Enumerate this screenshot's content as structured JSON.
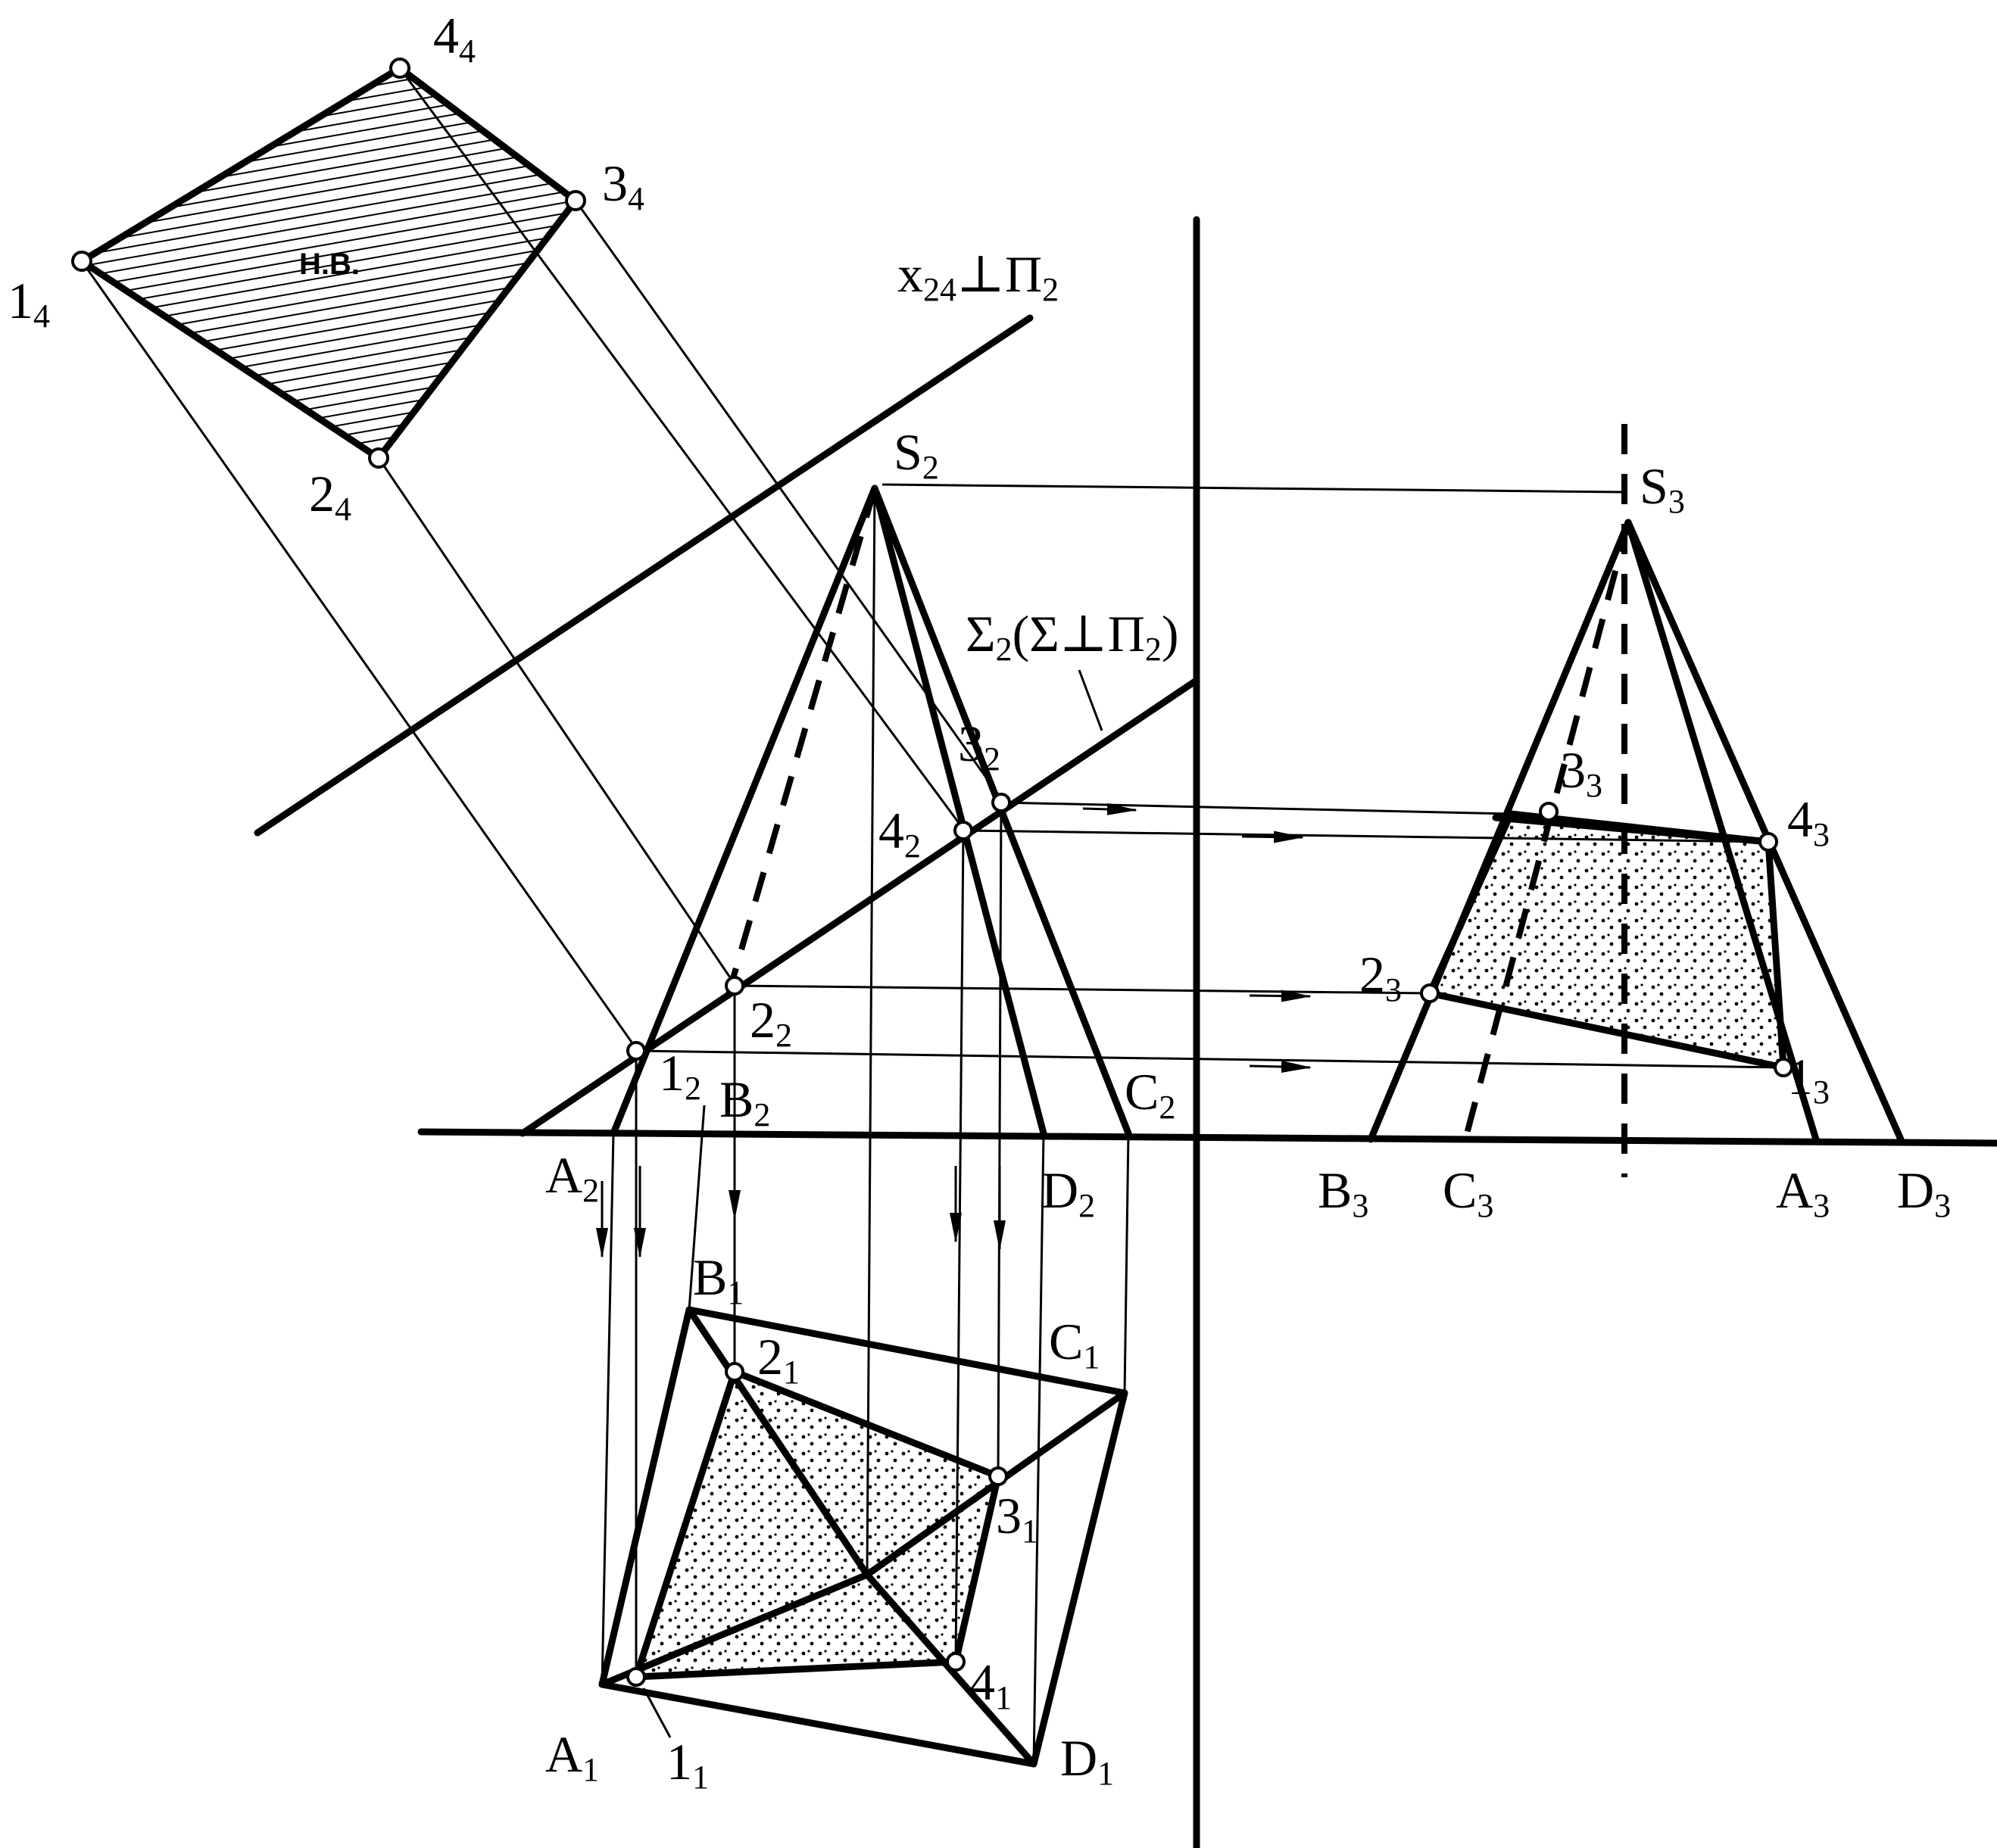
{
  "labels": {
    "p1_4": "1",
    "p1_4_sub": "4",
    "p2_4": "2",
    "p2_4_sub": "4",
    "p3_4": "3",
    "p3_4_sub": "4",
    "p4_4": "4",
    "p4_4_sub": "4",
    "nv": "Н.В.",
    "axis_x24": "x",
    "axis_x24_sub": "24",
    "axis_x24_rest": "⊥Π",
    "axis_x24_rest_sub": "2",
    "sigma": "Σ",
    "sigma_sub": "2",
    "sigma_rest": "(Σ⊥Π",
    "sigma_rest_sub": "2",
    "sigma_close": ")",
    "S2": "S",
    "S2_sub": "2",
    "S3": "S",
    "S3_sub": "3",
    "p3_2": "3",
    "p3_2_sub": "2",
    "p4_2": "4",
    "p4_2_sub": "2",
    "p2_2": "2",
    "p2_2_sub": "2",
    "p1_2": "1",
    "p1_2_sub": "2",
    "A2": "A",
    "A2_sub": "2",
    "B2": "B",
    "B2_sub": "2",
    "C2": "C",
    "C2_sub": "2",
    "D2": "D",
    "D2_sub": "2",
    "p3_3": "3",
    "p3_3_sub": "3",
    "p4_3": "4",
    "p4_3_sub": "3",
    "p2_3": "2",
    "p2_3_sub": "3",
    "p1_3": "1",
    "p1_3_sub": "3",
    "B3": "B",
    "B3_sub": "3",
    "C3": "C",
    "C3_sub": "3",
    "A3": "A",
    "A3_sub": "3",
    "D3": "D",
    "D3_sub": "3",
    "B1": "B",
    "B1_sub": "1",
    "C1": "C",
    "C1_sub": "1",
    "p2_1": "2",
    "p2_1_sub": "1",
    "p3_1": "3",
    "p3_1_sub": "1",
    "p4_1": "4",
    "p4_1_sub": "1",
    "A1": "A",
    "A1_sub": "1",
    "p1_1": "1",
    "p1_1_sub": "1",
    "D1": "D",
    "D1_sub": "1"
  }
}
